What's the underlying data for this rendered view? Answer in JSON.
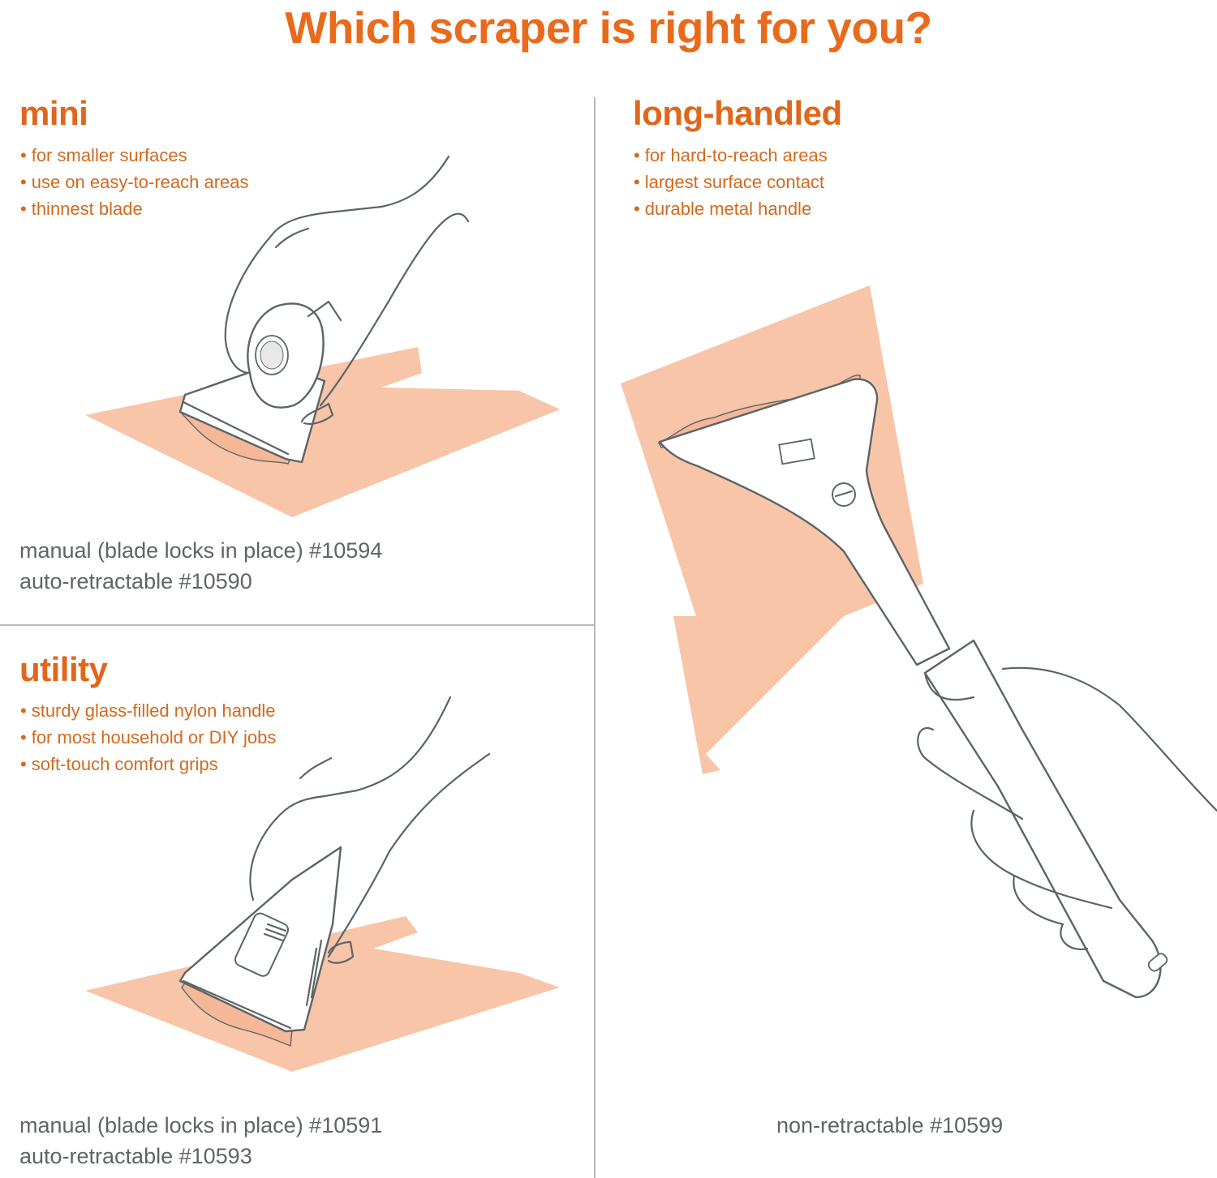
{
  "title": "Which scraper is right for you?",
  "colors": {
    "accent": "#ea6a1c",
    "bullet_text": "#d2691e",
    "sku_text": "#606466",
    "surface": "#f8c5a8",
    "line_art": "#5c6466",
    "divider": "#b8b8b8"
  },
  "sections": {
    "mini": {
      "heading": "mini",
      "bullets": [
        "for smaller surfaces",
        "use on easy-to-reach areas",
        "thinnest blade"
      ],
      "models": [
        "manual (blade locks in place) #10594",
        "auto-retractable #10590"
      ],
      "illustration": "hand-holding-mini-scraper-icon"
    },
    "long_handled": {
      "heading": "long-handled",
      "bullets": [
        "for hard-to-reach areas",
        "largest surface contact",
        "durable metal handle"
      ],
      "models": [
        "non-retractable #10599"
      ],
      "illustration": "hand-holding-long-handled-scraper-icon"
    },
    "utility": {
      "heading": "utility",
      "bullets": [
        "sturdy glass-filled nylon handle",
        "for most household or DIY jobs",
        "soft-touch comfort grips"
      ],
      "models": [
        "manual (blade locks in place) #10591",
        "auto-retractable #10593"
      ],
      "illustration": "hand-holding-utility-scraper-icon"
    }
  }
}
